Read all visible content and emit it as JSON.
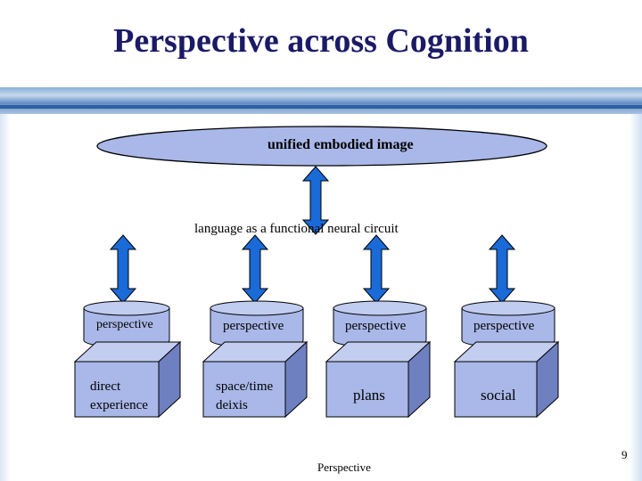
{
  "slide": {
    "title": "Perspective across Cognition",
    "footer": "Perspective",
    "page_number": "9"
  },
  "diagram": {
    "top_node": "unified embodied image",
    "middle_label": "language as a functional neural circuit",
    "columns": [
      {
        "cylinder": "perspective",
        "cube": [
          "direct",
          "experience"
        ]
      },
      {
        "cylinder": "perspective",
        "cube": [
          "space/time",
          "deixis"
        ]
      },
      {
        "cylinder": "perspective",
        "cube": [
          "plans"
        ]
      },
      {
        "cylinder": "perspective",
        "cube": [
          "social"
        ]
      }
    ]
  },
  "colors": {
    "title": "#1a1a66",
    "arrow": "#1a6ad8",
    "shape_fill": "#a9b8e8",
    "shape_stroke": "#000000"
  }
}
